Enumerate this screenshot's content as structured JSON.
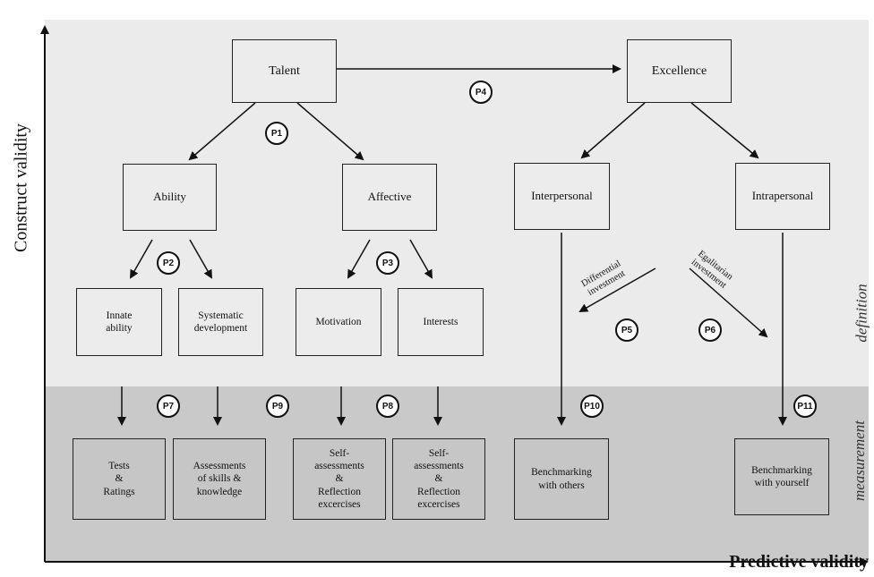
{
  "axes": {
    "y_label": "Construct validity",
    "x_label": "Predictive validity"
  },
  "zones": {
    "top_label": "definition",
    "bottom_label": "measurement"
  },
  "nodes": {
    "talent": "Talent",
    "excellence": "Excellence",
    "ability": "Ability",
    "affective": "Affective",
    "interpersonal": "Interpersonal",
    "intrapersonal": "Intrapersonal",
    "innate_ability": "Innate\nability",
    "systematic_development": "Systematic\ndevelopment",
    "motivation": "Motivation",
    "interests": "Interests",
    "tests_ratings": "Tests\n&\nRatings",
    "assessments_skills": "Assessments\nof skills &\nknowledge",
    "self_assessments_1": "Self-\nassessments\n&\nReflection\nexcercises",
    "self_assessments_2": "Self-\nassessments\n&\nReflection\nexcercises",
    "benchmark_others": "Benchmarking\nwith others",
    "benchmark_yourself": "Benchmarking\nwith yourself"
  },
  "propositions": [
    "P1",
    "P2",
    "P3",
    "P4",
    "P5",
    "P6",
    "P7",
    "P8",
    "P9",
    "P10",
    "P11"
  ],
  "diagonal_labels": {
    "differential": "Differential\ninvestment",
    "egalitarian": "Egalitarian\ninvestment"
  }
}
